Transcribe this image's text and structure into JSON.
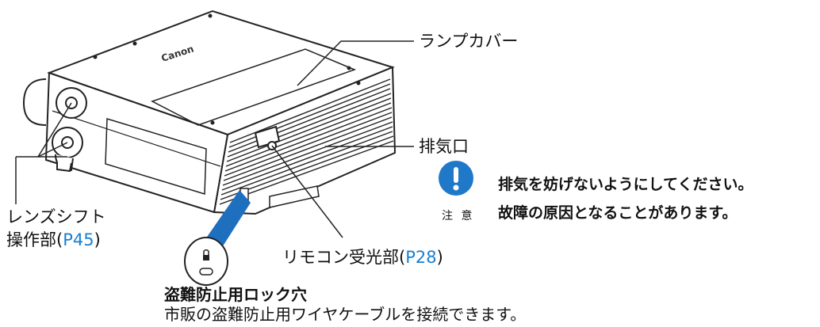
{
  "diagram": {
    "product_logo": "Canon",
    "labels": {
      "lamp_cover": "ランプカバー",
      "exhaust": "排気口",
      "lens_shift_line1": "レンズシフト",
      "lens_shift_line2": "操作部(",
      "lens_shift_ref": "P45",
      "lens_shift_close": ")",
      "remote_receiver": "リモコン受光部(",
      "remote_receiver_ref": "P28",
      "remote_receiver_close": ")",
      "security_slot_title": "盗難防止用ロック穴",
      "security_slot_desc": "市販の盗難防止用ワイヤケーブルを接続できます。"
    },
    "caution": {
      "icon": "exclamation-icon",
      "label": "注 意",
      "line1": "排気を妨げないようにしてください。",
      "line2": "故障の原因となることがあります。"
    },
    "colors": {
      "accent": "#1a7fd0",
      "icon_fill": "#1f78c8",
      "callout_fill": "#1f6fbf"
    }
  }
}
